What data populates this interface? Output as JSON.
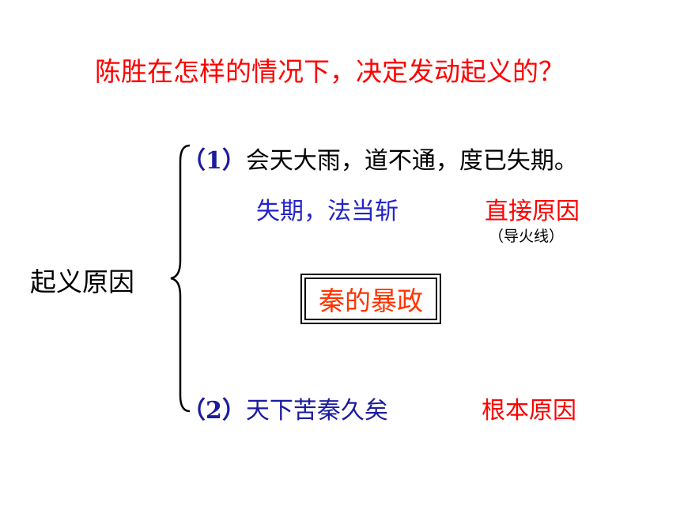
{
  "question": "陈胜在怎样的情况下，决定发动起义的？",
  "topic": "起义原因",
  "items": [
    {
      "number": "（1）",
      "text": "会天大雨，道不通，度已失期。",
      "sub_phrase": "失期，法当斩",
      "label": "直接原因",
      "note": "（导火线）"
    },
    {
      "number": "（2）",
      "text": "天下苦秦久矣",
      "label": "根本原因"
    }
  ],
  "boxed_text": "秦的暴政",
  "colors": {
    "question": "#ff0000",
    "cause_label": "#ff0000",
    "boxed_text": "#ff3300",
    "quote_blue": "#2323c8",
    "number_blue": "#1b1b9e",
    "text_black": "#000000"
  }
}
